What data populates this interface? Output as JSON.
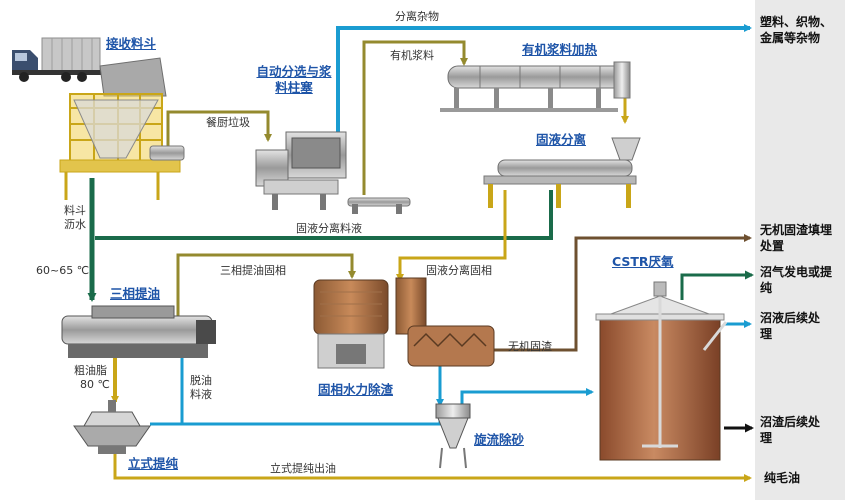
{
  "colors": {
    "green": "#1a6b4a",
    "blue": "#1a9cd1",
    "olive": "#948a2e",
    "gold": "#c9a618",
    "darkgray": "#555555",
    "brown": "#6e5030",
    "sidebar": "#e9e9e9",
    "tank": "#b9704a"
  },
  "units": {
    "receiving_hopper": "接收料斗",
    "auto_sorting": "自动分选与浆料柱塞",
    "organic_heating": "有机浆料加热",
    "solid_liquid_separation": "固液分离",
    "three_phase_oil": "三相提油",
    "solid_hydraulic_slag": "固相水力除渣",
    "cyclone_desanding": "旋流除砂",
    "vertical_purification": "立式提纯",
    "cstr": "CSTR厌氧"
  },
  "flow_labels": {
    "separated_impurities": "分离杂物",
    "organic_slurry": "有机浆料",
    "kitchen_waste": "餐厨垃圾",
    "hopper_drain": "料斗沥水",
    "solid_liquid_separation_liquid": "固液分离料液",
    "temp_65": "60~65 ℃",
    "three_phase_solid": "三相提油固相",
    "solid_liquid_separation_solid": "固液分离固相",
    "crude_grease": "粗油脂",
    "temp_80": "80 ℃",
    "degreased_liquid": "脱油料液",
    "inorganic_slag": "无机固渣",
    "vertical_oil_out": "立式提纯出油"
  },
  "outputs": {
    "plastic_textile_metal": "塑料、织物、金属等杂物",
    "inorganic_landfill": "无机固渣填埋处置",
    "biogas": "沼气发电或提纯",
    "digestate_liquid": "沼液后续处理",
    "digestate_residue": "沼渣后续处理",
    "crude_oil": "纯毛油"
  }
}
